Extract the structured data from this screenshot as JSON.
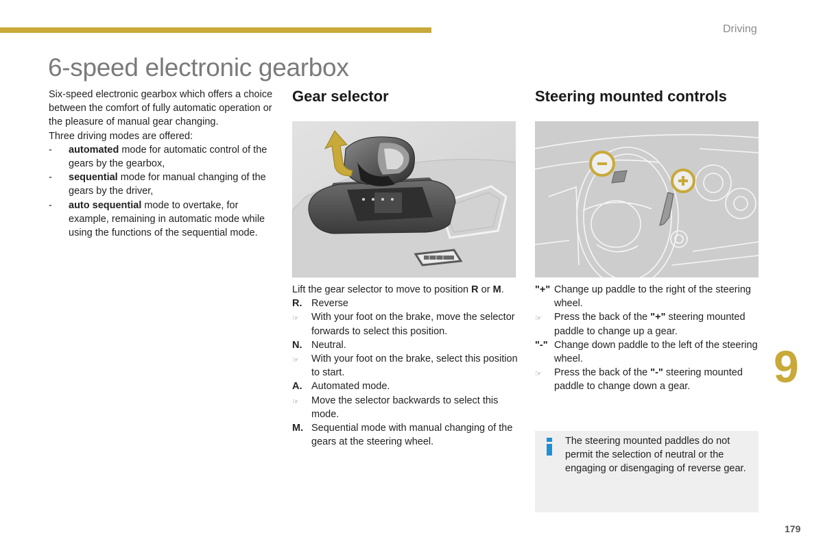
{
  "header": {
    "section": "Driving",
    "title": "6-speed electronic gearbox"
  },
  "intro": {
    "paragraph": "Six-speed electronic gearbox which offers a choice between the comfort of fully automatic operation or the pleasure of manual gear changing.",
    "modes_intro": "Three driving modes are offered:",
    "modes": [
      {
        "bullet": "-",
        "term": "automated",
        "rest": " mode for automatic control of the gears by the gearbox,"
      },
      {
        "bullet": "-",
        "term": "sequential",
        "rest": " mode for manual changing of the gears by the driver,"
      },
      {
        "bullet": "-",
        "term": "auto sequential",
        "rest": " mode to overtake, for example, remaining in automatic mode while using the functions of the sequential mode."
      }
    ]
  },
  "gear_selector": {
    "heading": "Gear selector",
    "intro_a": "Lift the gear selector to move to position ",
    "intro_r": "R",
    "intro_or": " or ",
    "intro_m": "M",
    "intro_end": ".",
    "items": [
      {
        "key": "R.",
        "text": "Reverse"
      },
      {
        "key": "☞",
        "text": "With your foot on the brake, move the selector forwards to select this position.",
        "icon": true
      },
      {
        "key": "N.",
        "text": "Neutral."
      },
      {
        "key": "☞",
        "text": "With your foot on the brake, select this position to start.",
        "icon": true
      },
      {
        "key": "A.",
        "text": "Automated mode."
      },
      {
        "key": "☞",
        "text": "Move the selector backwards to select this mode.",
        "icon": true
      },
      {
        "key": "M.",
        "text": "Sequential mode with manual changing of the gears at the steering wheel."
      }
    ]
  },
  "steering": {
    "heading": "Steering mounted controls",
    "plus_label": "+",
    "minus_label": "-",
    "plus_key": "\"+\"",
    "plus_desc": "Change up paddle to the right of the steering wheel.",
    "plus_action_a": "Press the back of the ",
    "plus_action_b": "\"+\"",
    "plus_action_c": " steering mounted paddle to change up a gear.",
    "minus_key": "\"-\"",
    "minus_desc": "Change down paddle to the left of the steering wheel.",
    "minus_action_a": "Press the back of the ",
    "minus_action_b": "\"-\"",
    "minus_action_c": " steering mounted paddle to change down a gear.",
    "pointer": "☞"
  },
  "info": {
    "text": "The steering mounted paddles do not permit the selection of neutral or the engaging or disengaging of reverse gear."
  },
  "footer": {
    "chapter": "9",
    "page": "179"
  },
  "colors": {
    "accent": "#c8a939",
    "info_blue": "#1f8fd6"
  }
}
